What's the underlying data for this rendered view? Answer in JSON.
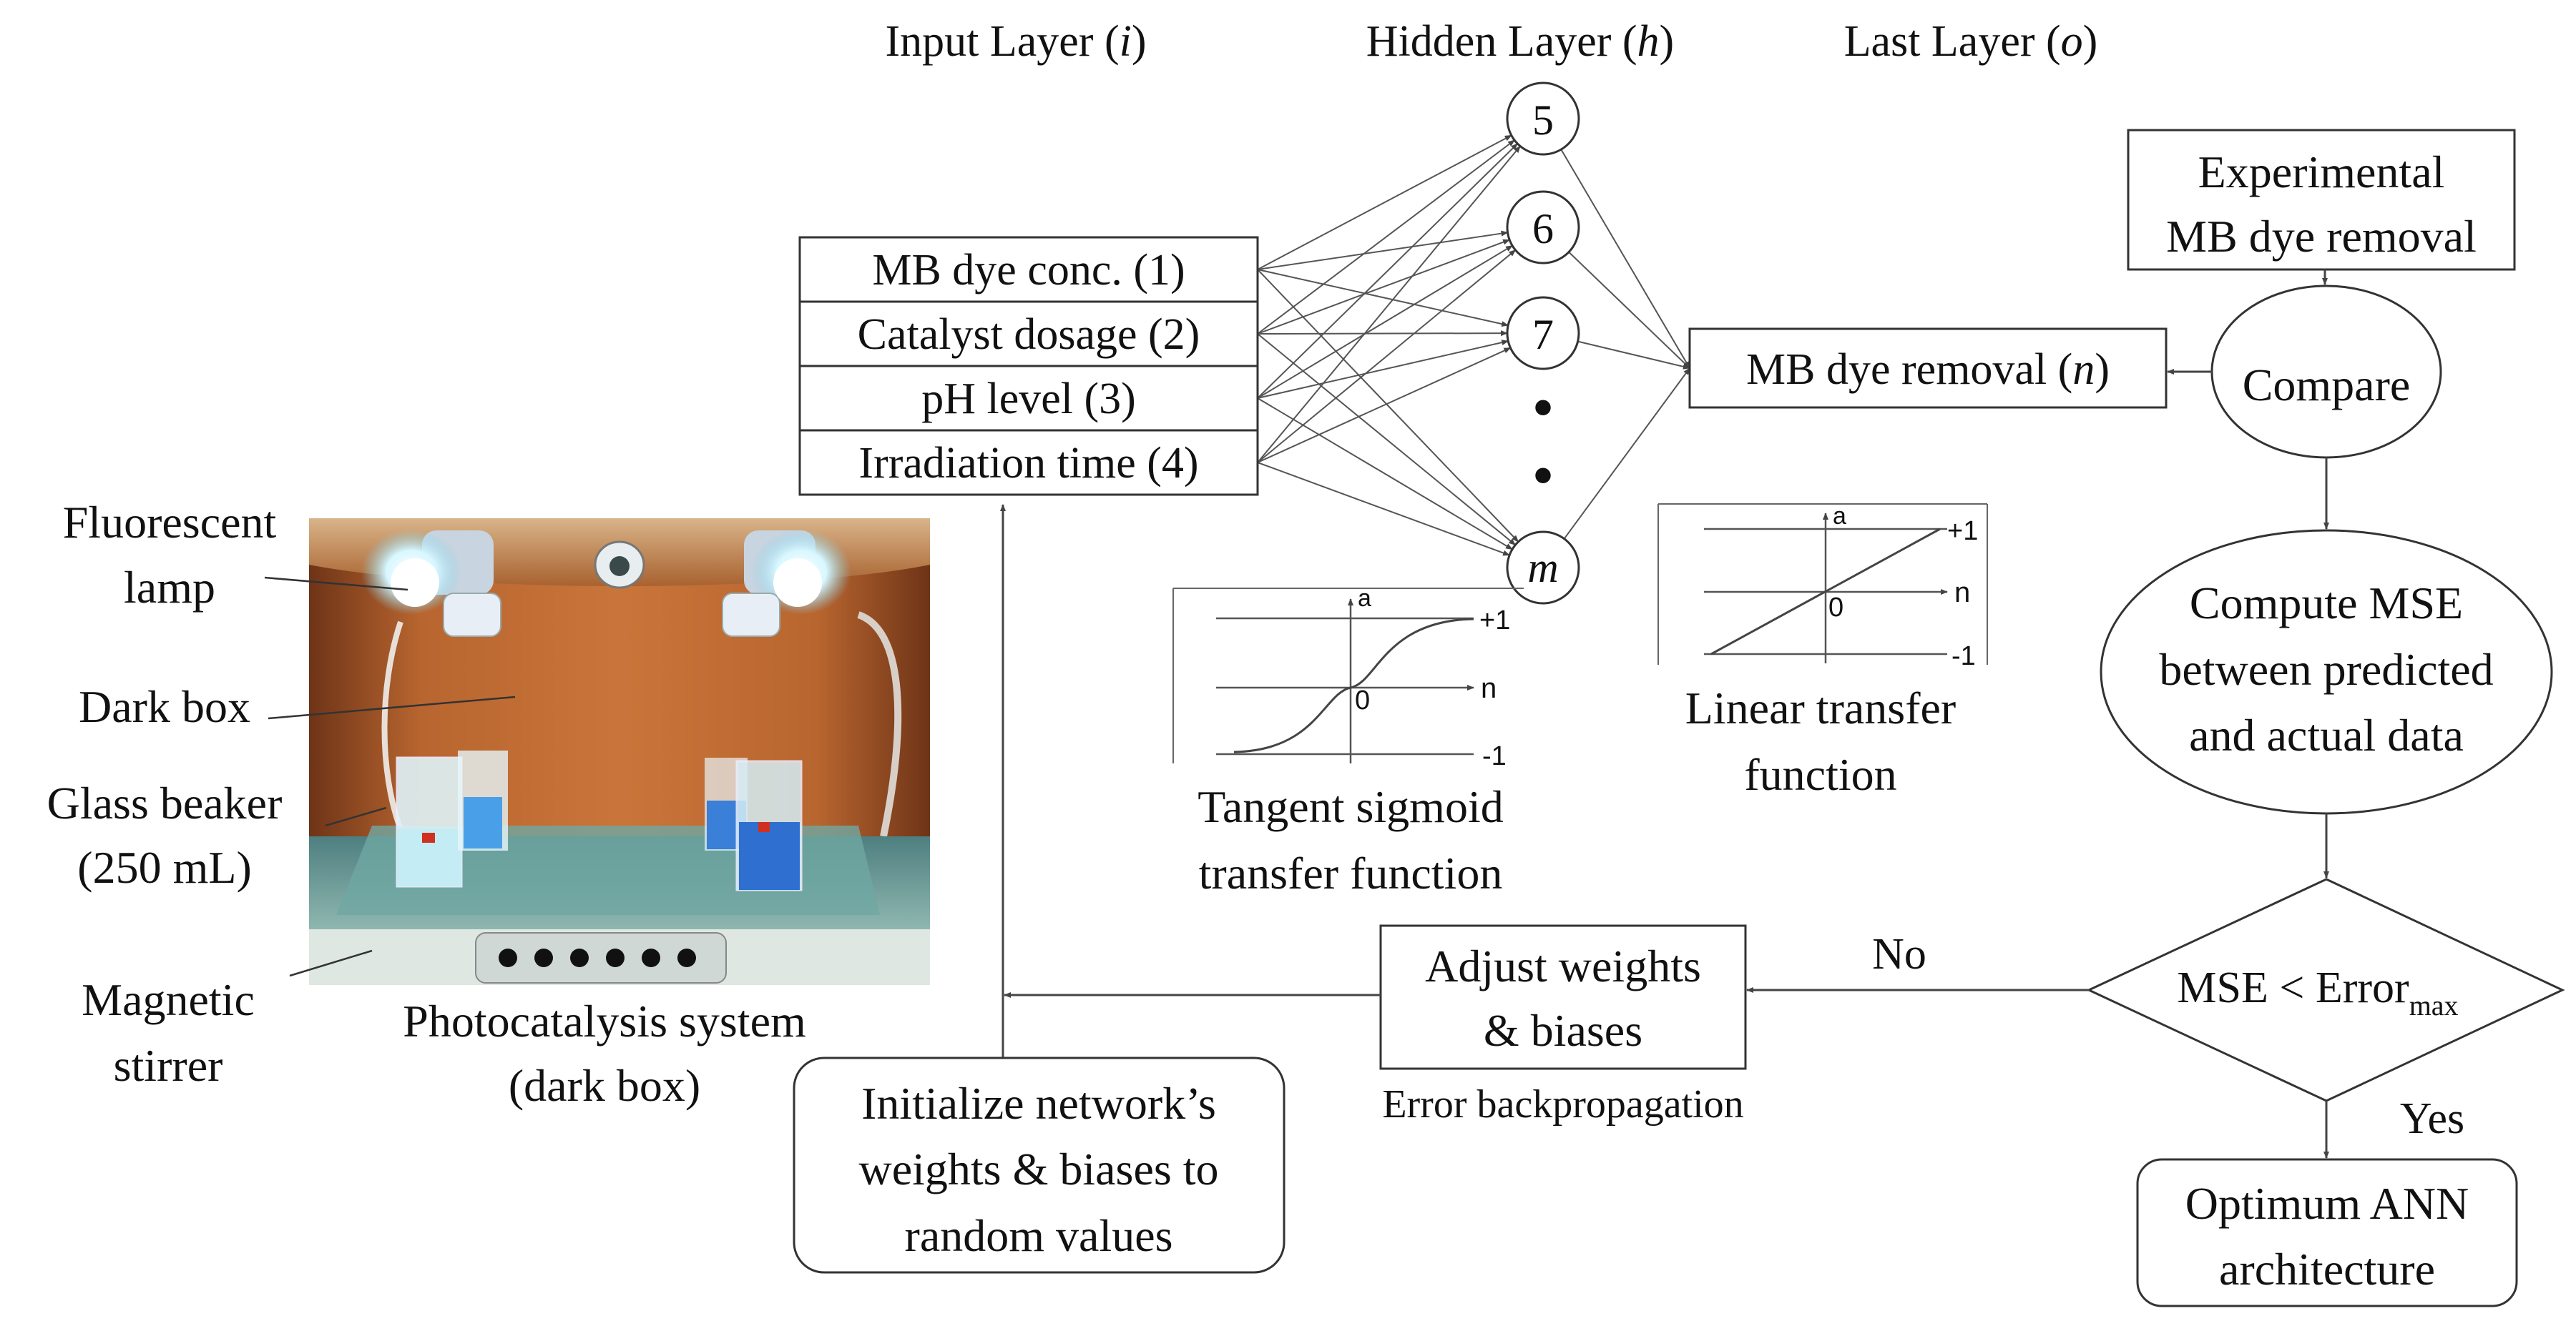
{
  "layer_titles": {
    "input": {
      "text": "Input Layer (",
      "var": "i",
      "close": ")"
    },
    "hidden": {
      "text": "Hidden Layer (",
      "var": "h",
      "close": ")"
    },
    "last": {
      "text": "Last Layer (",
      "var": "o",
      "close": ")"
    }
  },
  "inputs": [
    "MB dye conc. (1)",
    "Catalyst dosage (2)",
    "pH level (3)",
    "Irradiation time (4)"
  ],
  "hidden_nodes": [
    "5",
    "6",
    "7",
    "m"
  ],
  "hidden_ellipsis": [
    "•",
    "•"
  ],
  "output": {
    "text": "MB dye removal (",
    "var": "n",
    "close": ")"
  },
  "experimental": [
    "Experimental",
    "MB dye removal"
  ],
  "compare": "Compare",
  "compute_mse": [
    "Compute MSE",
    "between predicted",
    "and actual data"
  ],
  "decision": {
    "text": "MSE < Error",
    "sub": "max"
  },
  "no_label": "No",
  "yes_label": "Yes",
  "optimum": [
    "Optimum ANN",
    "architecture"
  ],
  "adjust": [
    "Adjust weights",
    "& biases"
  ],
  "backprop_label": "Error backpropagation",
  "initialize": [
    "Initialize network’s",
    "weights & biases to",
    "random values"
  ],
  "tansig": {
    "caption": [
      "Tangent sigmoid",
      "transfer function"
    ],
    "axis_a": "a",
    "axis_n": "n",
    "zero": "0",
    "plus_one": "+1",
    "minus_one": "-1"
  },
  "linear": {
    "caption": [
      "Linear transfer",
      "function"
    ],
    "axis_a": "a",
    "axis_n": "n",
    "zero": "0",
    "plus_one": "+1",
    "minus_one": "-1"
  },
  "photo_labels": {
    "lamp": [
      "Fluorescent",
      "lamp"
    ],
    "dark_box": "Dark box",
    "beaker": [
      "Glass beaker",
      "(250 mL)"
    ],
    "stirrer": [
      "Magnetic",
      "stirrer"
    ],
    "caption": [
      "Photocatalysis system",
      "(dark box)"
    ]
  },
  "colors": {
    "stroke": "#555555",
    "box_wall": "#b5612e",
    "box_wall_dark": "#7a3b1c",
    "platform": "#5f8f8c",
    "liquid_blue": "#2f6fd0",
    "lamp_glow": "#e8fbff"
  }
}
